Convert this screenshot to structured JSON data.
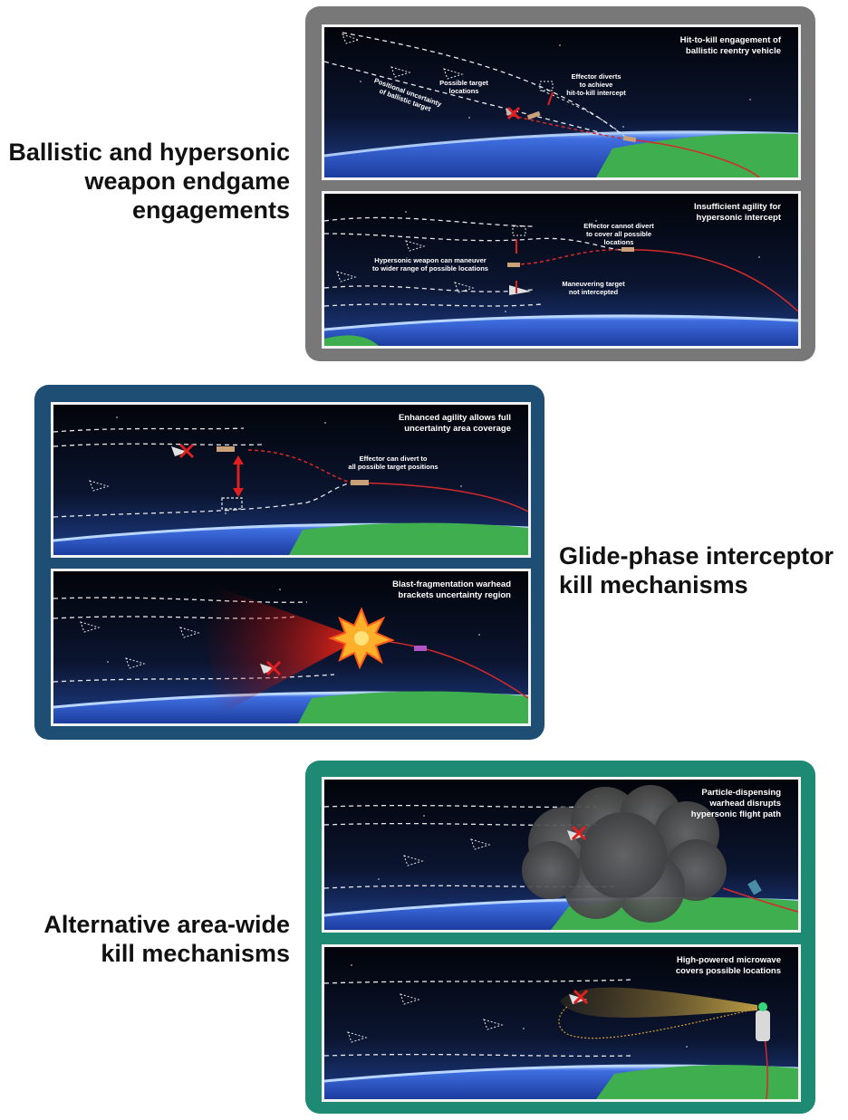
{
  "sections": {
    "ballistic": {
      "title_line1": "Ballistic and hypersonic",
      "title_line2": "weapon endgame",
      "title_line3": "engagements"
    },
    "glide": {
      "title_line1": "Glide-phase interceptor",
      "title_line2": "kill mechanisms"
    },
    "alternative": {
      "title_line1": "Alternative area-wide",
      "title_line2": "kill mechanisms"
    }
  },
  "panels": {
    "p1": {
      "title1": "Hit-to-kill engagement of",
      "title2": "ballistic reentry vehicle",
      "possible1": "Possible target",
      "possible2": "locations",
      "positional1": "Positional uncertainty",
      "positional2": "of ballistic target",
      "effector1": "Effector diverts",
      "effector2": "to achieve",
      "effector3": "hit-to-kill intercept"
    },
    "p2": {
      "title1": "Insufficient agility for",
      "title2": "hypersonic intercept",
      "cannot1": "Effector cannot divert",
      "cannot2": "to cover all possible",
      "cannot3": "locations",
      "hyper1": "Hypersonic weapon can maneuver",
      "hyper2": "to wider range of possible locations",
      "maneu1": "Maneuvering target",
      "maneu2": "not intercepted"
    },
    "p3": {
      "title1": "Enhanced agility allows full",
      "title2": "uncertainty area coverage",
      "can1": "Effector can divert to",
      "can2": "all possible target positions"
    },
    "p4": {
      "title1": "Blast-fragmentation warhead",
      "title2": "brackets uncertainty region"
    },
    "p5": {
      "title1": "Particle-dispensing",
      "title2": "warhead disrupts",
      "title3": "hypersonic flight path"
    },
    "p6": {
      "title1": "High-powered microwave",
      "title2": "covers possible locations"
    }
  },
  "colors": {
    "frame_gray": "#787878",
    "frame_blue": "#1e4e73",
    "frame_teal": "#1f8a74",
    "space": "#05070e",
    "earth_blue": "#2b56c8",
    "earth_green": "#3fae4e",
    "trajectory_red": "#d42a2a"
  }
}
